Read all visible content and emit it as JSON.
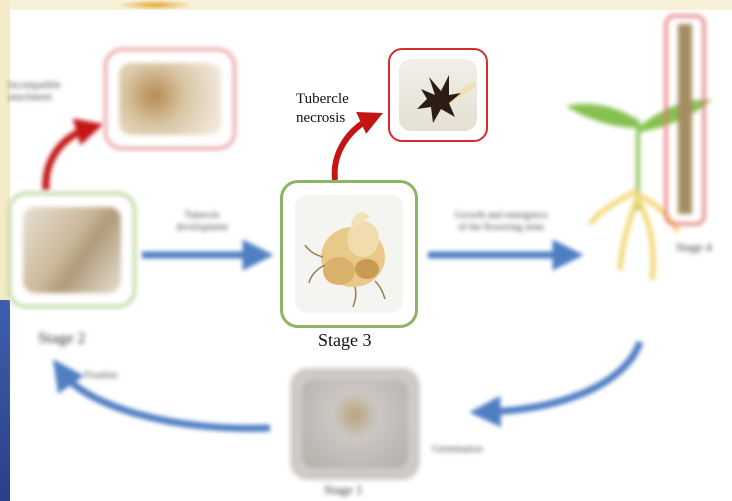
{
  "nodes": {
    "stage2": {
      "label": "Stage 2"
    },
    "stage3": {
      "label": "Stage 3"
    },
    "stage4": {
      "label": "Stage 4"
    },
    "stage1": {
      "label": "Stage 1"
    },
    "incompatible": {
      "label_line1": "Incompatible",
      "label_line2": "attachment"
    },
    "necrosis": {
      "label_line1": "Tubercle",
      "label_line2": "necrosis"
    }
  },
  "edges": {
    "tubercle_development": {
      "label_line1": "Tubercle",
      "label_line2": "development"
    },
    "growth": {
      "label_line1": "Growth and emergence",
      "label_line2": "of the flowering stem"
    },
    "germination": {
      "label": "Germination"
    },
    "fixation": {
      "label": "Fixation"
    }
  },
  "colors": {
    "arrow_blue": "#4f7fc2",
    "arrow_red": "#c41414",
    "frame_green": "#8db463",
    "frame_red": "#d62c2c"
  }
}
